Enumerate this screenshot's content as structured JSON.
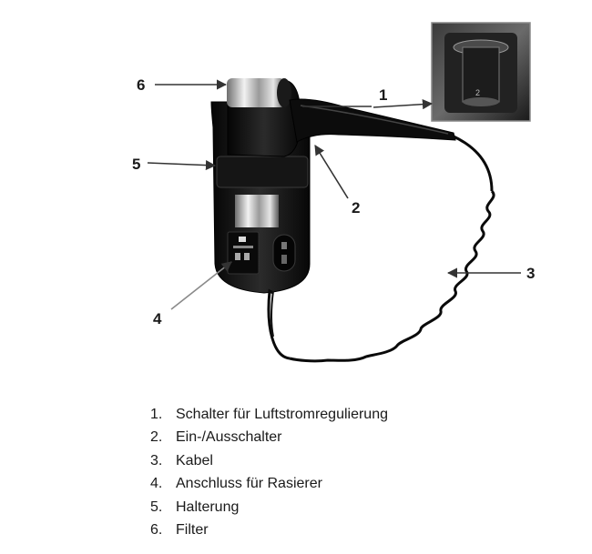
{
  "callouts": {
    "c1": "1",
    "c2": "2",
    "c3": "3",
    "c4": "4",
    "c5": "5",
    "c6": "6"
  },
  "legend": [
    {
      "num": "1.",
      "text": "Schalter für Luftstromregulierung"
    },
    {
      "num": "2.",
      "text": "Ein-/Ausschalter"
    },
    {
      "num": "3.",
      "text": "Kabel"
    },
    {
      "num": "4.",
      "text": "Anschluss für Rasierer"
    },
    {
      "num": "5.",
      "text": "Halterung"
    },
    {
      "num": "6.",
      "text": "Filter"
    }
  ],
  "colors": {
    "body": "#111111",
    "chrome": "#b8b8b8",
    "arrow": "#333333"
  }
}
